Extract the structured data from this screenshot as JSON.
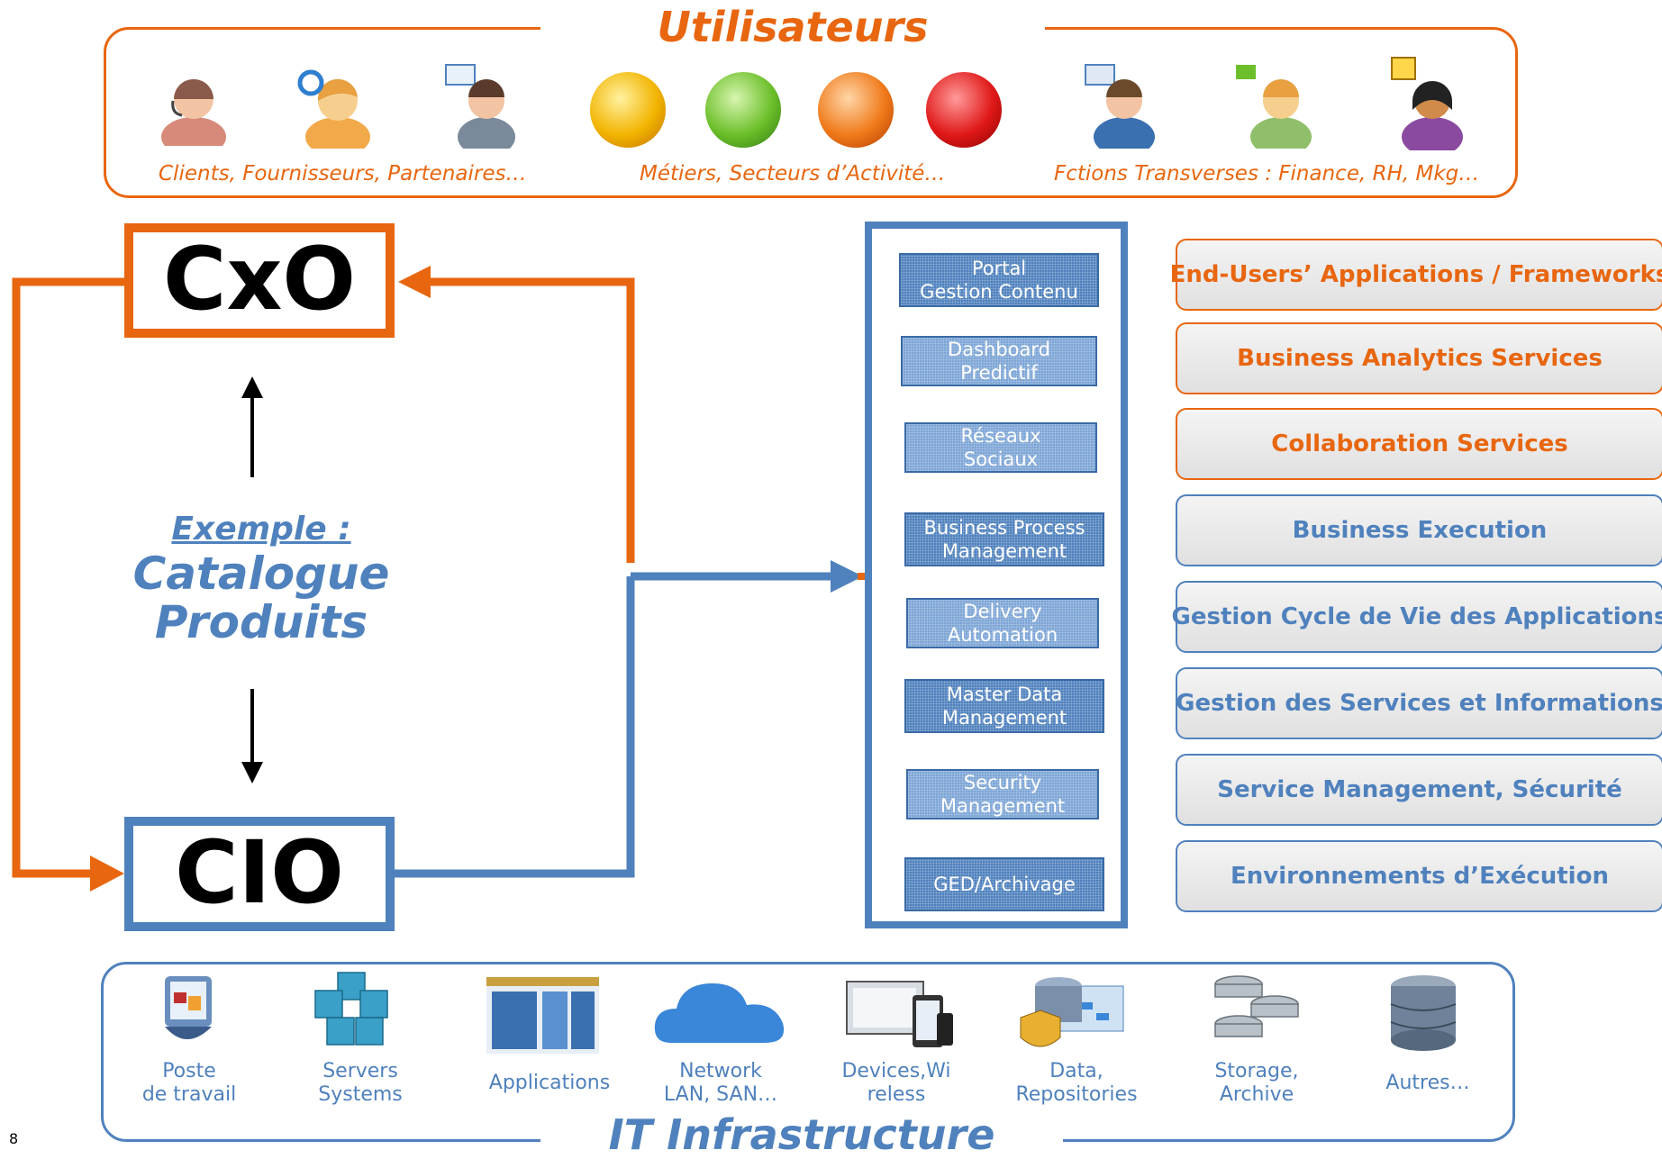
{
  "users": {
    "title": "Utilisateurs",
    "captions": [
      "Clients, Fournisseurs, Partenaires…",
      "Métiers, Secteurs d’Activité…",
      "Fctions Transverses : Finance, RH, Mkg…"
    ]
  },
  "cxo": "CxO",
  "cio": "CIO",
  "example": {
    "label": "Exemple :",
    "text": "Catalogue\nProduits"
  },
  "services_column": [
    "Portal\nGestion Contenu",
    "Dashboard\nPredictif",
    "Réseaux\nSociaux",
    "Business Process\nManagement",
    "Delivery\nAutomation",
    "Master Data\nManagement",
    "Security\nManagement",
    "GED/Archivage"
  ],
  "right_services": [
    "End-Users’ Applications / Frameworks",
    "Business Analytics Services",
    "Collaboration Services",
    "Business Execution",
    "Gestion Cycle de Vie des Applications",
    "Gestion des Services et Informations",
    "Service Management, Sécurité",
    "Environnements d’Exécution"
  ],
  "infra": {
    "title": "IT Infrastructure",
    "items": [
      "Poste\nde travail",
      "Servers\nSystems",
      "Applications",
      "Network\nLAN, SAN…",
      "Devices,Wi\nreless",
      "Data,\nRepositories",
      "Storage,\nArchive",
      "Autres…"
    ]
  },
  "page_number": "8",
  "colors": {
    "orange": "#E8660F",
    "blue": "#4F81BD"
  }
}
